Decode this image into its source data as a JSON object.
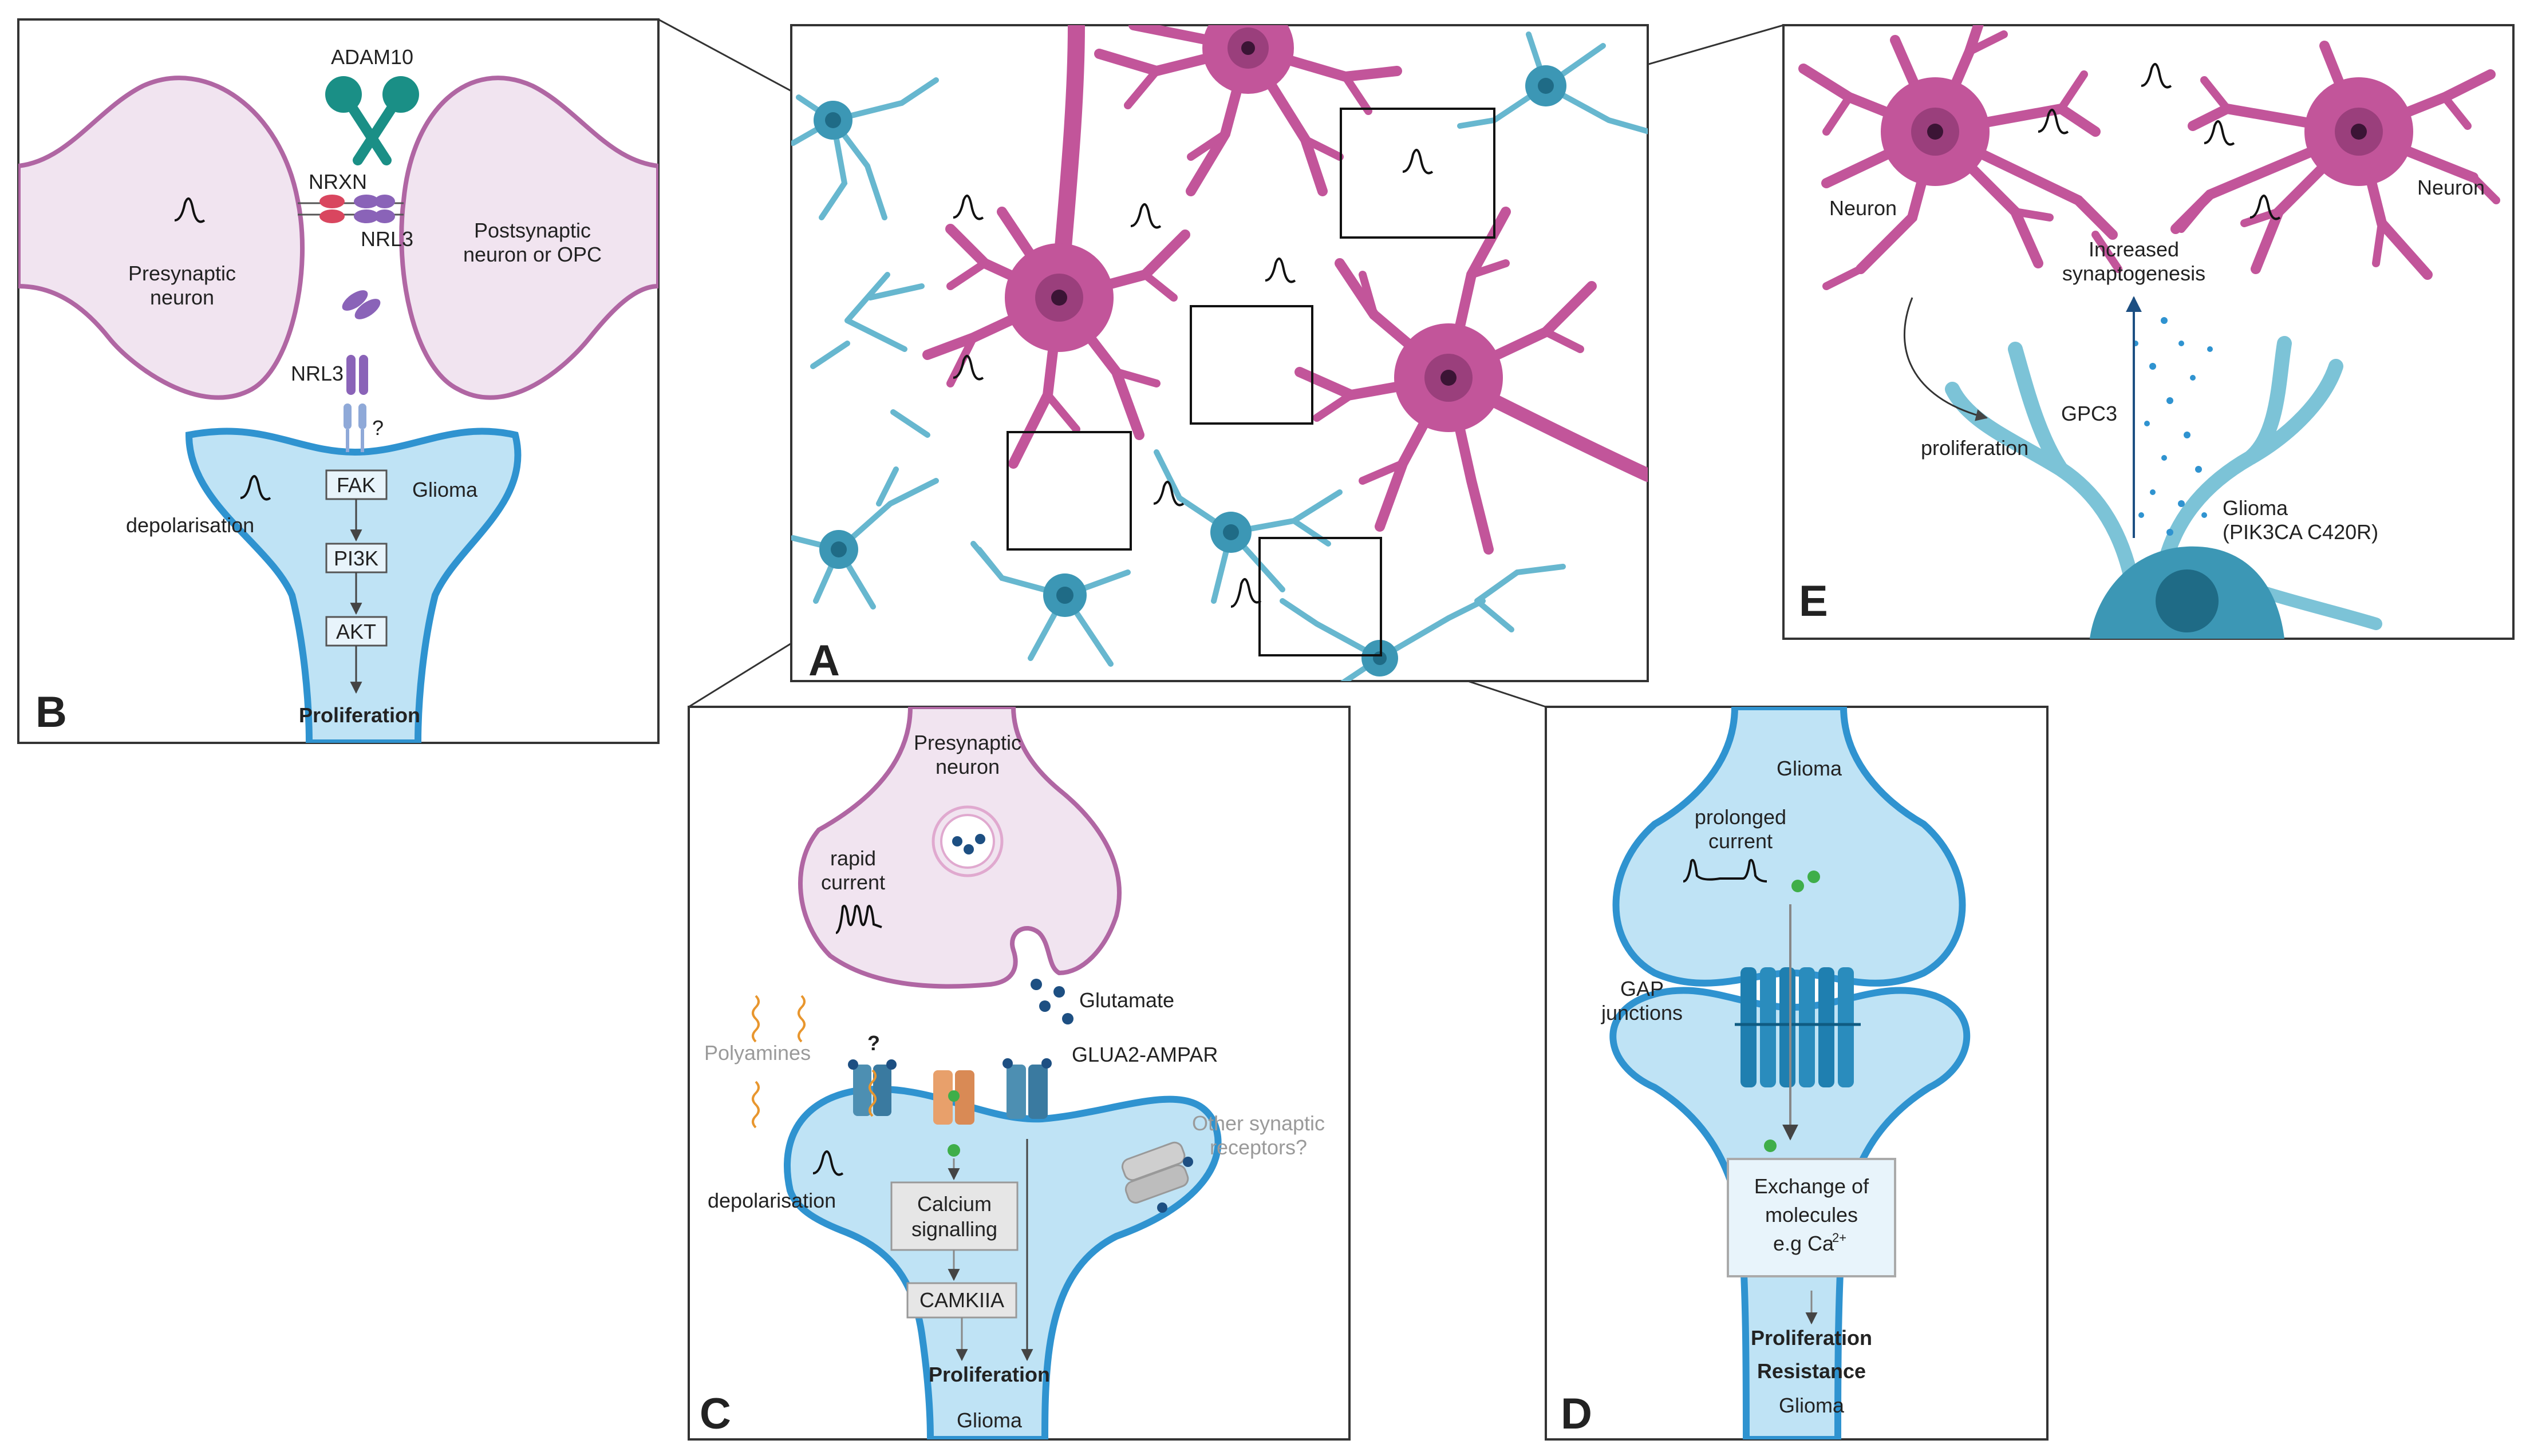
{
  "panels": {
    "A": {
      "letter": "A"
    },
    "B": {
      "letter": "B",
      "adam10": "ADAM10",
      "nrxn": "NRXN",
      "nrl3_top": "NRL3",
      "nrl3_mid": "NRL3",
      "presynaptic_l1": "Presynaptic",
      "presynaptic_l2": "neuron",
      "postsynaptic_l1": "Postsynaptic",
      "postsynaptic_l2": "neuron or OPC",
      "question": "?",
      "glioma": "Glioma",
      "depolarisation": "depolarisation",
      "pathway": [
        "FAK",
        "PI3K",
        "AKT"
      ],
      "proliferation": "Proliferation"
    },
    "C": {
      "letter": "C",
      "presynaptic_l1": "Presynaptic",
      "presynaptic_l2": "neuron",
      "rapid_l1": "rapid",
      "rapid_l2": "current",
      "glutamate": "Glutamate",
      "polyamines": "Polyamines",
      "question": "?",
      "glua2": "GLUA2-AMPAR",
      "other_l1": "Other synaptic",
      "other_l2": "receptors?",
      "depolarisation": "depolarisation",
      "calcium_l1": "Calcium",
      "calcium_l2": "signalling",
      "camkiia": "CAMKIIA",
      "proliferation": "Proliferation",
      "glioma": "Glioma"
    },
    "D": {
      "letter": "D",
      "glioma_top": "Glioma",
      "prolonged_l1": "prolonged",
      "prolonged_l2": "current",
      "gap_l1": "GAP",
      "gap_l2": "junctions",
      "exchange_l1": "Exchange of",
      "exchange_l2": "molecules",
      "exchange_l3": "e.g Ca",
      "exchange_sup": "2+",
      "proliferation": "Proliferation",
      "resistance": "Resistance",
      "glioma_bottom": "Glioma"
    },
    "E": {
      "letter": "E",
      "neuron_left": "Neuron",
      "neuron_right": "Neuron",
      "increased_l1": "Increased",
      "increased_l2": "synaptogenesis",
      "gpc3": "GPC3",
      "proliferation": "proliferation",
      "glioma_l1": "Glioma",
      "glioma_l2": "(PIK3CA C420R)"
    }
  },
  "colors": {
    "neuron": "#c2559a",
    "neuron_fill": "#f1e4f0",
    "glioma_cell": "#4aa3bf",
    "glioma_fill": "#bfe3f5",
    "glioma_stroke": "#2f93d0",
    "adam10": "#1a8f86",
    "nrxn": "#d9465f",
    "nrl3": "#8a63b8"
  }
}
